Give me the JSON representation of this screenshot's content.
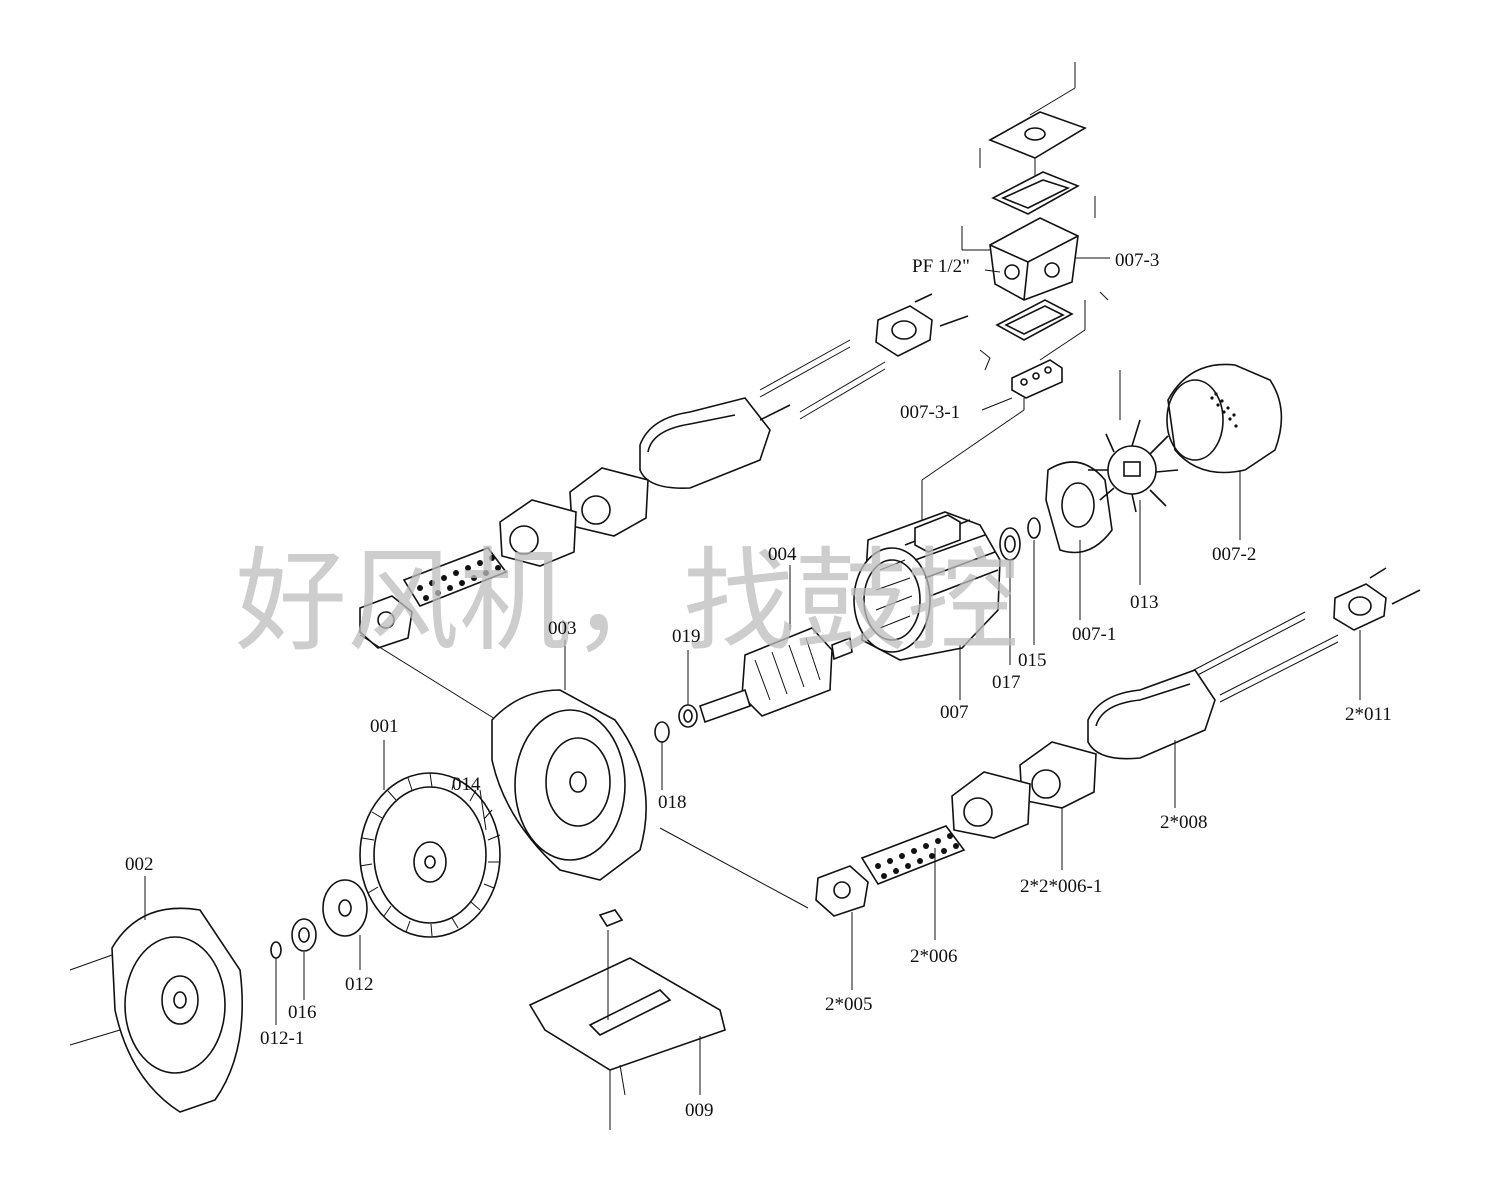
{
  "watermark": "好风机，找鼓控",
  "callouts": [
    {
      "id": "001",
      "text": "001"
    },
    {
      "id": "002",
      "text": "002"
    },
    {
      "id": "003",
      "text": "003"
    },
    {
      "id": "004",
      "text": "004"
    },
    {
      "id": "007",
      "text": "007"
    },
    {
      "id": "007-1",
      "text": "007-1"
    },
    {
      "id": "007-2",
      "text": "007-2"
    },
    {
      "id": "007-3",
      "text": "007-3"
    },
    {
      "id": "007-3-1",
      "text": "007-3-1"
    },
    {
      "id": "pf",
      "text": "PF  1/2\""
    },
    {
      "id": "009",
      "text": "009"
    },
    {
      "id": "012",
      "text": "012"
    },
    {
      "id": "012-1",
      "text": "012-1"
    },
    {
      "id": "013",
      "text": "013"
    },
    {
      "id": "014",
      "text": "014"
    },
    {
      "id": "015",
      "text": "015"
    },
    {
      "id": "016",
      "text": "016"
    },
    {
      "id": "017",
      "text": "017"
    },
    {
      "id": "018",
      "text": "018"
    },
    {
      "id": "019",
      "text": "019"
    },
    {
      "id": "2x005",
      "text": "2*005"
    },
    {
      "id": "2x006",
      "text": "2*006"
    },
    {
      "id": "2x2x006-1",
      "text": "2*2*006-1"
    },
    {
      "id": "2x008",
      "text": "2*008"
    },
    {
      "id": "2x011",
      "text": "2*011"
    }
  ],
  "colors": {
    "line": "#111111",
    "background": "#ffffff",
    "watermark": "#bdbdbd"
  }
}
